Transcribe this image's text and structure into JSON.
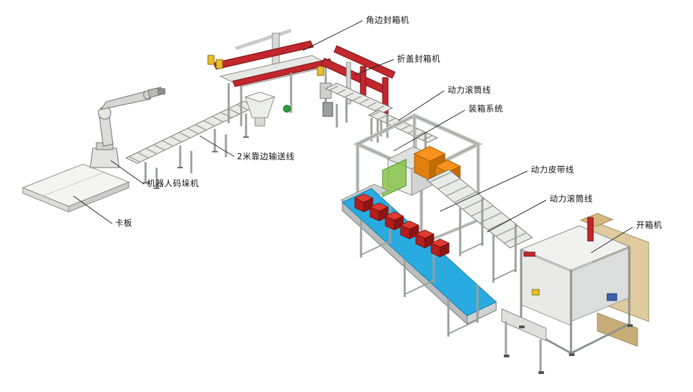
{
  "diagram": {
    "title": "automated-packing-line-layout",
    "background": "#ffffff",
    "colors": {
      "machine_red": "#c1272d",
      "belt_blue": "#29abe2",
      "box_orange": "#f7931e",
      "box_red": "#d02b22",
      "frame_gray": "#e6e8e6",
      "panel_tan": "#d6b97e",
      "accent_green": "#2e9e3e",
      "leader_line": "#222222",
      "label_text": "#111111"
    },
    "labels": [
      {
        "id": "corner-sealer",
        "text": "角边封箱机"
      },
      {
        "id": "flap-sealer",
        "text": "折盖封箱机"
      },
      {
        "id": "roller-line-1",
        "text": "动力滚筒线"
      },
      {
        "id": "packing-system",
        "text": "装箱系统"
      },
      {
        "id": "belt-line",
        "text": "动力皮带线"
      },
      {
        "id": "roller-line-2",
        "text": "动力滚筒线"
      },
      {
        "id": "case-erector",
        "text": "开箱机"
      },
      {
        "id": "edge-conveyor",
        "text": "2米靠边输送线"
      },
      {
        "id": "robot-palletizer",
        "text": "机器人码垛机"
      },
      {
        "id": "pallet",
        "text": "卡板"
      }
    ]
  }
}
